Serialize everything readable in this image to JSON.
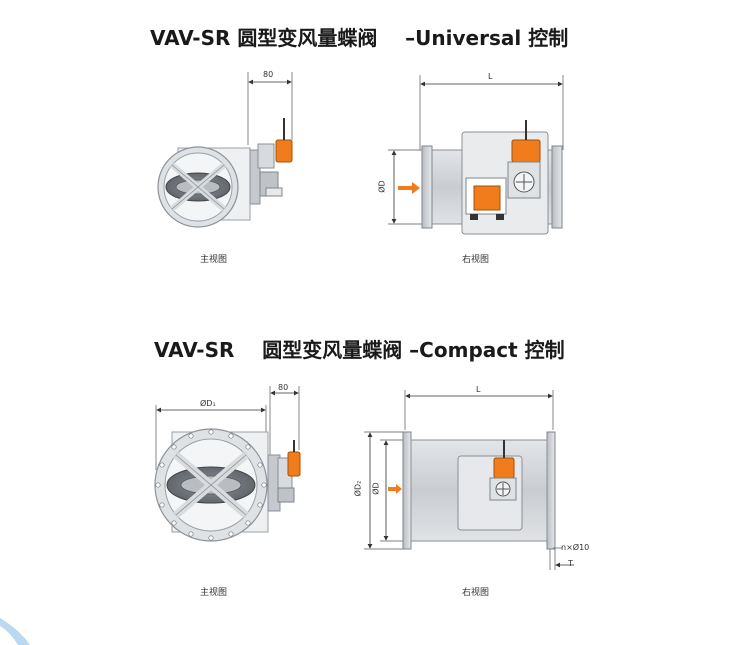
{
  "section1": {
    "title": "VAV-SR 圆型变风量蝶阀    –Universal 控制",
    "front_caption": "主视图",
    "side_caption": "右视图",
    "dim_80": "80",
    "dim_L": "L",
    "dim_D": "ØD"
  },
  "section2": {
    "title": "VAV-SR    圆型变风量蝶阀 –Compact 控制",
    "front_caption": "主视图",
    "side_caption": "右视图",
    "dim_80": "80",
    "dim_D1": "ØD₁",
    "dim_L": "L",
    "dim_D2": "ØD₂",
    "dim_D": "ØD",
    "dim_holes": "n×Ø10",
    "dim_T": "T"
  },
  "colors": {
    "actuator": "#f07c1c",
    "body": "#cfd2d6",
    "arrow": "#f07c1c"
  }
}
